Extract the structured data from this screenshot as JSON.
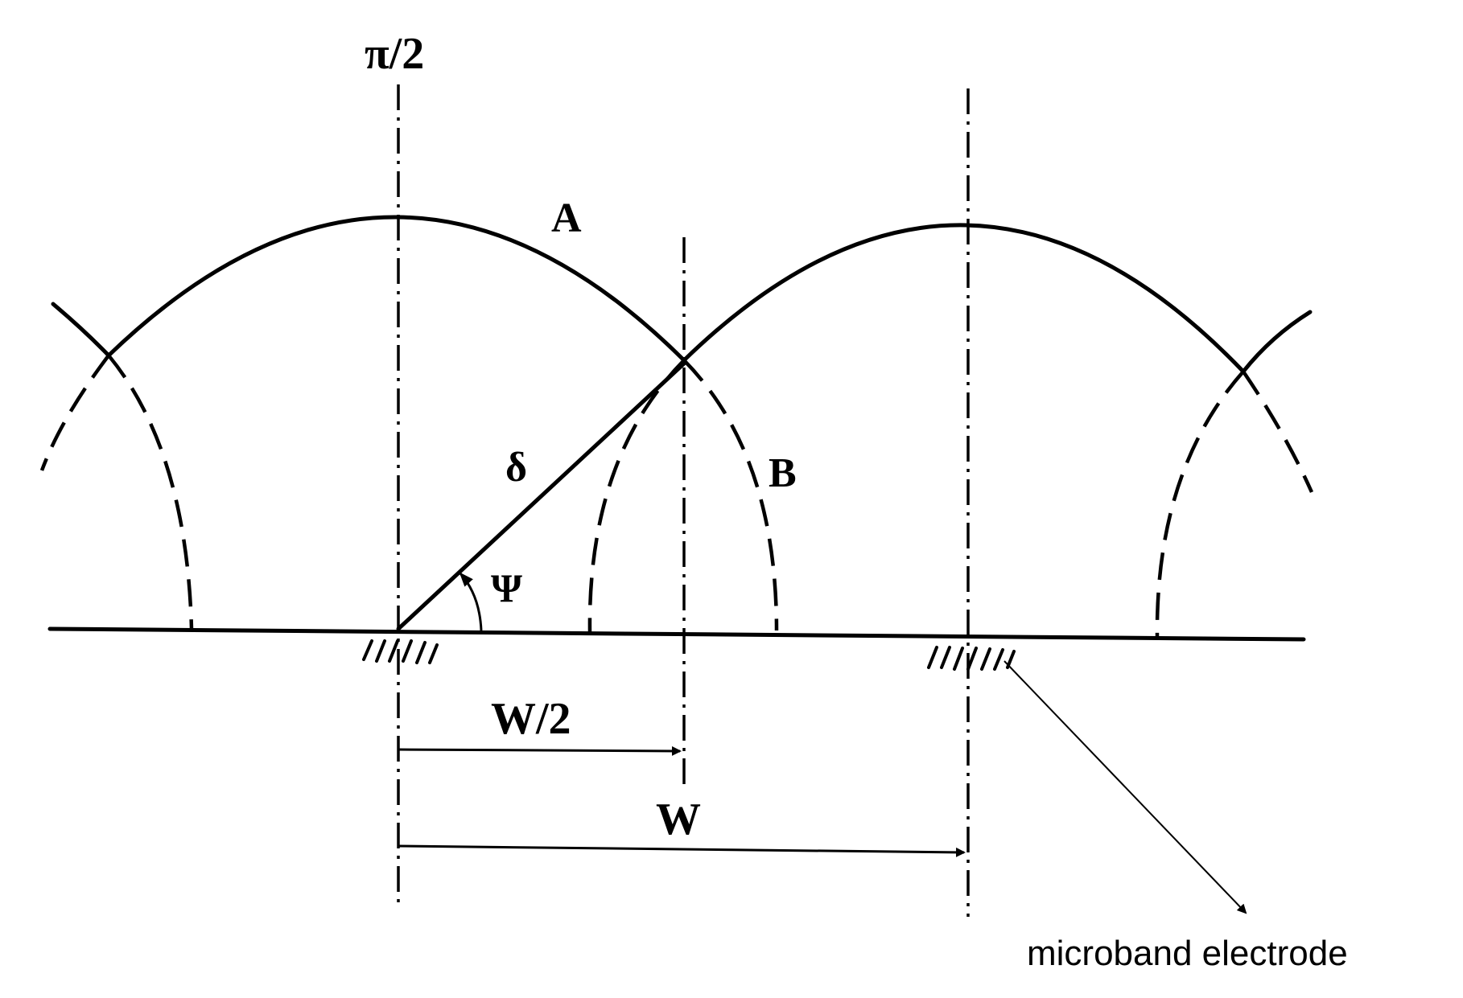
{
  "labels": {
    "top_axis": "π/2",
    "curve_a": "A",
    "curve_b": "B",
    "delta": "δ",
    "psi": "Ψ",
    "half_width": "W/2",
    "width": "W",
    "callout": "microband electrode"
  },
  "colors": {
    "ink": "#000000",
    "background": "#ffffff"
  }
}
